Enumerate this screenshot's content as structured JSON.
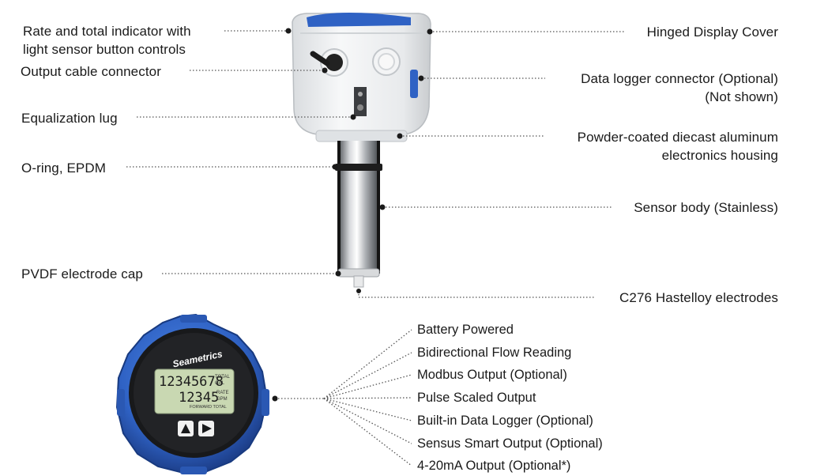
{
  "callouts_left": [
    {
      "id": "rate-total-indicator",
      "lines": [
        "Rate and total indicator with",
        "light sensor button controls"
      ]
    },
    {
      "id": "output-cable-connector",
      "lines": [
        "Output cable connector"
      ]
    },
    {
      "id": "equalization-lug",
      "lines": [
        "Equalization lug"
      ]
    },
    {
      "id": "o-ring",
      "lines": [
        "O-ring, EPDM"
      ]
    },
    {
      "id": "pvdf-electrode-cap",
      "lines": [
        "PVDF electrode cap"
      ]
    }
  ],
  "callouts_right": [
    {
      "id": "hinged-display-cover",
      "lines": [
        "Hinged Display Cover"
      ]
    },
    {
      "id": "data-logger-connector",
      "lines": [
        "Data logger connector (Optional)",
        "(Not shown)"
      ]
    },
    {
      "id": "electronics-housing",
      "lines": [
        "Powder-coated diecast aluminum",
        "electronics housing"
      ]
    },
    {
      "id": "sensor-body",
      "lines": [
        "Sensor body (Stainless)"
      ]
    },
    {
      "id": "electrodes",
      "lines": [
        "C276 Hastelloy electrodes"
      ]
    }
  ],
  "features": [
    "Battery Powered",
    "Bidirectional Flow Reading",
    "Modbus Output (Optional)",
    "Pulse Scaled Output",
    "Built-in Data Logger (Optional)",
    "Sensus Smart Output (Optional)",
    "4-20mA Output (Optional*)"
  ],
  "display": {
    "brand": "Seametrics",
    "total_value": "12345678",
    "total_units_1": "TOTAL",
    "total_units_2": "GAL",
    "rate_value": "12345",
    "rate_units_1": "RATE",
    "rate_units_2": "GPM",
    "footer": "FORWARD TOTAL"
  },
  "colors": {
    "housing": "#eef0f2",
    "cover_blue": "#2f62c4",
    "lcd": "#c9d8b2",
    "text": "#1a1a1a"
  }
}
